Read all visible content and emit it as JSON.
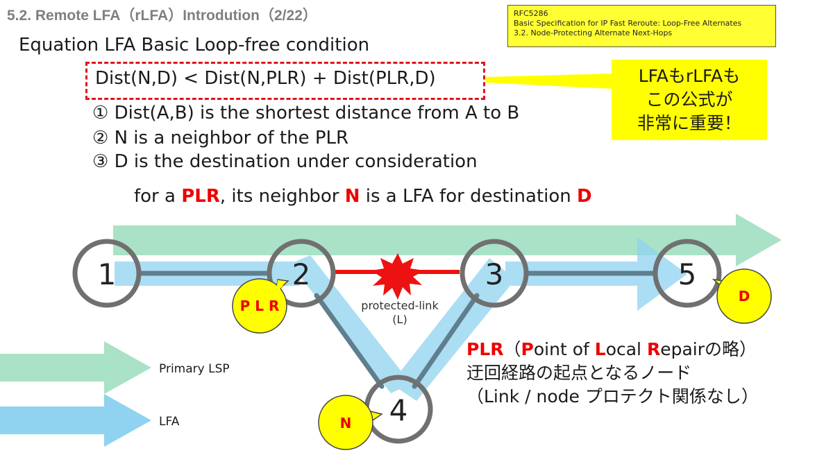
{
  "slide_title": "5.2. Remote LFA（rLFA）Introdution（2/22）",
  "reference": {
    "line1": "RFC5286",
    "line2": "Basic Specification for IP Fast Reroute: Loop-Free Alternates",
    "line3": "3.2.  Node-Protecting Alternate Next-Hops"
  },
  "heading": "Equation LFA Basic Loop-free condition",
  "formula": "Dist(N,D) < Dist(N,PLR) + Dist(PLR,D)",
  "notes": [
    "① Dist(A,B) is the shortest distance from A to B",
    "② N is a neighbor of the PLR",
    "③ D is the destination under consideration"
  ],
  "statement": {
    "p1": "for a ",
    "plr": "PLR",
    "p2": ", its neighbor ",
    "n": "N",
    "p3": " is a LFA for destination ",
    "d": "D"
  },
  "callout_jp": {
    "line1": "LFAもrLFAも",
    "line2": "この公式が",
    "line3": "非常に重要！"
  },
  "nodes": [
    "1",
    "2",
    "3",
    "4",
    "5"
  ],
  "node_tags": {
    "plr": "P L R",
    "n": "N",
    "d": "D"
  },
  "protected_link": {
    "line1": "protected-link",
    "line2": "(L)"
  },
  "legend": {
    "primary": "Primary LSP",
    "lfa": "LFA"
  },
  "plr_definition": {
    "acr": "PLR",
    "open": "（",
    "p": "P",
    "oint": "oint of ",
    "l": "L",
    "ocal": "ocal ",
    "r": "R",
    "epair": "epairの略）",
    "line2": "迂回経路の起点となるノード",
    "line3": "（Link / node プロテクト関係なし）"
  },
  "colors": {
    "primary_lsp": "#a9e2c6",
    "lfa": "#8fd3f0",
    "node_ring": "#707070",
    "link": "#5f7f8f",
    "protected_link": "#ee1111",
    "tag_fill": "#ffff00",
    "accent_red": "#ee0000"
  }
}
